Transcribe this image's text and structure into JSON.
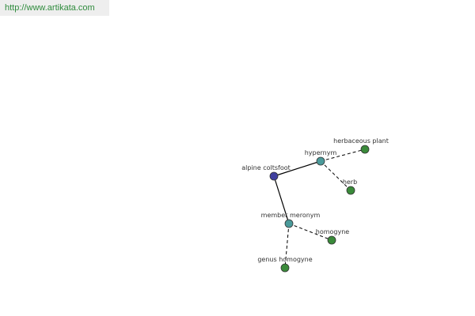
{
  "site": {
    "url": "http://www.artikata.com"
  },
  "colors": {
    "root_node": "#4040a0",
    "relation_node": "#4a9a9a",
    "leaf_node": "#3a8a3a"
  },
  "graph": {
    "nodes": [
      {
        "id": "alpine",
        "label": "alpine coltsfoot",
        "kind": "root"
      },
      {
        "id": "hypernym",
        "label": "hypernym",
        "kind": "relation"
      },
      {
        "id": "herbaceous",
        "label": "herbaceous plant",
        "kind": "leaf"
      },
      {
        "id": "herb",
        "label": "herb",
        "kind": "leaf"
      },
      {
        "id": "meronym",
        "label": "member meronym",
        "kind": "relation"
      },
      {
        "id": "homogyne",
        "label": "homogyne",
        "kind": "leaf"
      },
      {
        "id": "genus",
        "label": "genus homogyne",
        "kind": "leaf"
      }
    ],
    "edges": [
      {
        "from": "alpine",
        "to": "hypernym",
        "style": "solid"
      },
      {
        "from": "alpine",
        "to": "meronym",
        "style": "solid"
      },
      {
        "from": "hypernym",
        "to": "herbaceous",
        "style": "dashed"
      },
      {
        "from": "hypernym",
        "to": "herb",
        "style": "dashed"
      },
      {
        "from": "meronym",
        "to": "homogyne",
        "style": "dashed"
      },
      {
        "from": "meronym",
        "to": "genus",
        "style": "dashed"
      }
    ]
  }
}
